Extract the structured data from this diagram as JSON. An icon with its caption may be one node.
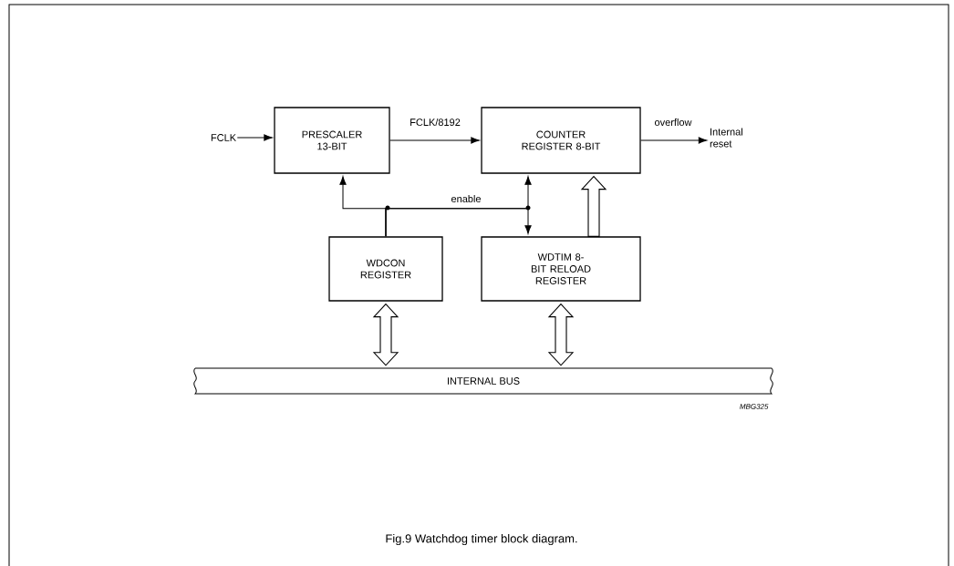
{
  "diagram": {
    "caption": "Fig.9  Watchdog timer block diagram.",
    "nodes": [
      {
        "text": [
          "FCLK"
        ]
      },
      {
        "text": [
          "PRESCALER 13-BIT"
        ]
      },
      {
        "text": [
          "COUNTER REGISTER 8-BIT"
        ]
      },
      {
        "text": [
          "Internal reset"
        ]
      },
      {
        "text": [
          "WDCON REGISTER"
        ]
      },
      {
        "text": [
          "WDTIM 8-BIT RELOAD REGISTER"
        ]
      },
      {
        "text": [
          "INTERNAL BUS"
        ]
      }
    ],
    "edges": [
      {
        "from": 0,
        "to": 1,
        "arrow": "to"
      },
      {
        "from": 1,
        "to": 2,
        "arrow": "to",
        "label": "FCLK/8192"
      },
      {
        "from": 2,
        "to": 3,
        "arrow": "to",
        "label": "overflow"
      },
      {
        "from": 4,
        "to": 1,
        "arrow": "to"
      },
      {
        "from": 4,
        "to": 2,
        "arrow": "to",
        "label": "enable"
      },
      {
        "from": 4,
        "to": 5,
        "arrow": "to"
      },
      {
        "from": 5,
        "to": 2,
        "arrow": "to",
        "style": "thick"
      },
      {
        "from": 4,
        "to": 6,
        "arrow": "both",
        "style": "thick"
      },
      {
        "from": 5,
        "to": 6,
        "arrow": "both",
        "style": "thick"
      }
    ],
    "labels": [
      "MBG325"
    ]
  }
}
